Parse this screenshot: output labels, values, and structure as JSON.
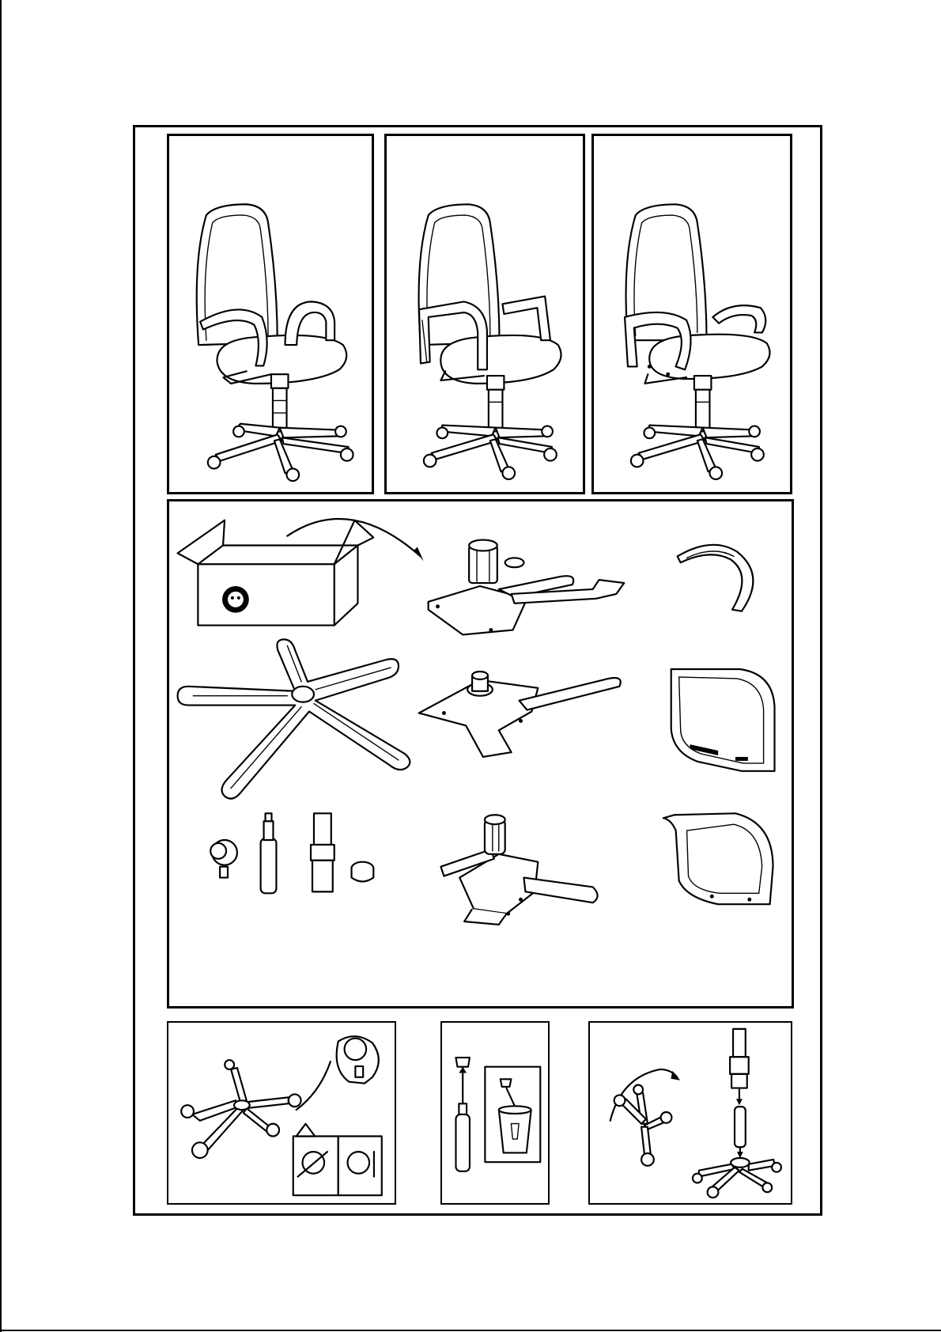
{
  "document": {
    "variants": [
      "chair-variant-a",
      "chair-variant-b",
      "chair-variant-c"
    ],
    "components": [
      "packaging-box",
      "tilt-mechanism-a",
      "armrest-a",
      "five-star-base",
      "tilt-mechanism-b",
      "armrest-b",
      "caster",
      "gas-lift-cylinder",
      "cylinder-cover",
      "cylinder-cap",
      "tilt-mechanism-c",
      "armrest-c"
    ],
    "steps": [
      "step-insert-casters",
      "step-remove-cylinder-cap",
      "step-assemble-base-cylinder"
    ]
  }
}
